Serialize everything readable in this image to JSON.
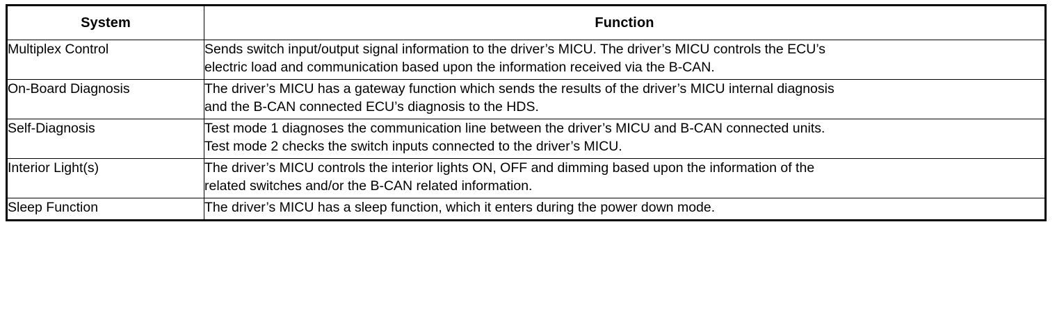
{
  "table": {
    "columns": [
      {
        "key": "system",
        "label": "System",
        "align": "center"
      },
      {
        "key": "function",
        "label": "Function",
        "align": "center"
      }
    ],
    "rows": [
      {
        "system": "Multiplex Control",
        "function_lines": [
          "Sends switch input/output signal information to the driver’s MICU. The driver’s MICU controls the ECU’s",
          "electric load and communication based upon the information received via the B-CAN."
        ]
      },
      {
        "system": "On-Board Diagnosis",
        "function_lines": [
          "The driver’s MICU has a gateway function which sends the results of the driver’s MICU internal diagnosis",
          "and the B-CAN connected ECU’s diagnosis to the HDS."
        ]
      },
      {
        "system": "Self-Diagnosis",
        "function_lines": [
          "Test mode 1 diagnoses the communication line between the driver’s MICU and B-CAN connected units.",
          "Test mode 2 checks the switch inputs connected to the driver’s MICU."
        ]
      },
      {
        "system": "Interior Light(s)",
        "function_lines": [
          "The driver’s MICU controls the interior lights ON, OFF and dimming based upon the information of the",
          "related switches and/or the B-CAN related information."
        ]
      },
      {
        "system": "Sleep Function",
        "function_lines": [
          "The driver’s MICU has a sleep function, which it enters during the power down mode."
        ]
      }
    ]
  },
  "colors": {
    "border": "#000000",
    "text": "#000000",
    "background": "#ffffff"
  }
}
